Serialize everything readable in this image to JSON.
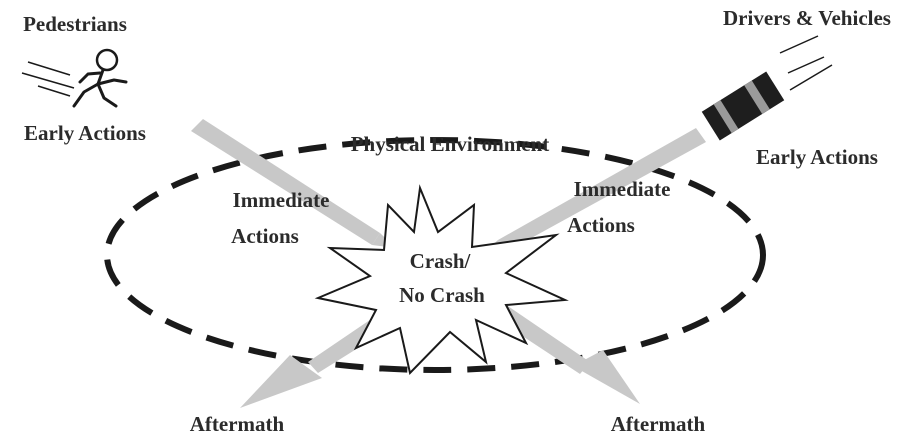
{
  "labels": {
    "pedestrians": "Pedestrians",
    "drivers_vehicles": "Drivers & Vehicles",
    "early_actions_left": "Early Actions",
    "early_actions_right": "Early Actions",
    "physical_environment": "Physical Environment",
    "immediate_actions_left": [
      "Immediate",
      "Actions"
    ],
    "immediate_actions_right": [
      "Immediate",
      "Actions"
    ],
    "crash": [
      "Crash/",
      "No Crash"
    ],
    "aftermath_left": "Aftermath",
    "aftermath_right": "Aftermath"
  },
  "icons": {
    "pedestrian": "running-stick-figure-icon",
    "vehicle": "car-icon"
  },
  "colors": {
    "arrow": "#c8c8c8",
    "ellipse": "#1a1a1a",
    "text": "#2b2b2b",
    "vehicle_dark": "#1e1e1e",
    "vehicle_light": "#9a9a9a"
  }
}
